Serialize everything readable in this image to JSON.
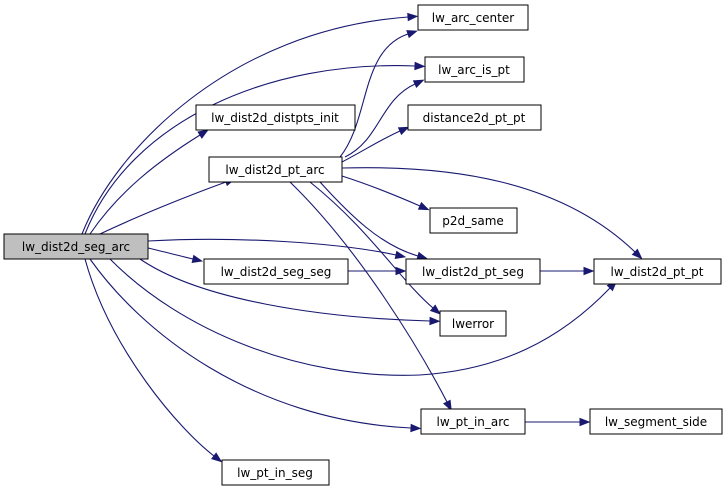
{
  "graph": {
    "colors": {
      "edge": "#191970",
      "focus_fill": "#bfbfbf",
      "node_fill": "#ffffff",
      "border": "#000000"
    },
    "nodes": [
      {
        "id": "seg_arc",
        "label": "lw_dist2d_seg_arc",
        "focus": true
      },
      {
        "id": "arc_center",
        "label": "lw_arc_center"
      },
      {
        "id": "arc_is_pt",
        "label": "lw_arc_is_pt"
      },
      {
        "id": "distpts_init",
        "label": "lw_dist2d_distpts_init"
      },
      {
        "id": "distance2d",
        "label": "distance2d_pt_pt"
      },
      {
        "id": "pt_arc",
        "label": "lw_dist2d_pt_arc"
      },
      {
        "id": "p2d_same",
        "label": "p2d_same"
      },
      {
        "id": "seg_seg",
        "label": "lw_dist2d_seg_seg"
      },
      {
        "id": "pt_seg",
        "label": "lw_dist2d_pt_seg"
      },
      {
        "id": "pt_pt",
        "label": "lw_dist2d_pt_pt"
      },
      {
        "id": "lwerror",
        "label": "lwerror"
      },
      {
        "id": "pt_in_arc",
        "label": "lw_pt_in_arc"
      },
      {
        "id": "segment_side",
        "label": "lw_segment_side"
      },
      {
        "id": "pt_in_seg",
        "label": "lw_pt_in_seg"
      }
    ]
  }
}
